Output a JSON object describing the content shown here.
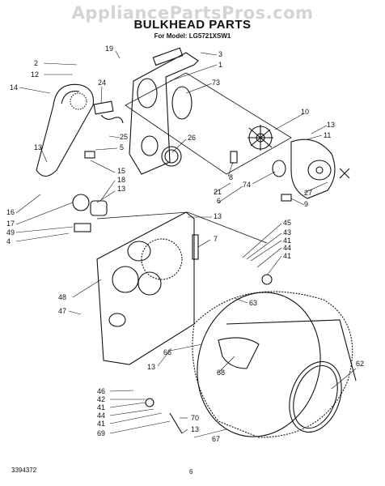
{
  "watermark": "AppliancePartsPros.com",
  "title": "BULKHEAD PARTS",
  "model_line": "For Model: LG5721XSW1",
  "footer_left": "3394372",
  "footer_page": "6",
  "callouts": [
    "2",
    "12",
    "14",
    "19",
    "3",
    "1",
    "24",
    "73",
    "10",
    "13",
    "11",
    "13",
    "25",
    "5",
    "26",
    "15",
    "18",
    "13",
    "16",
    "17",
    "49",
    "4",
    "8",
    "21",
    "6",
    "74",
    "27",
    "9",
    "13",
    "7",
    "45",
    "43",
    "41",
    "44",
    "41",
    "48",
    "47",
    "63",
    "13",
    "66",
    "68",
    "62",
    "46",
    "42",
    "41",
    "44",
    "41",
    "69",
    "70",
    "13",
    "67"
  ]
}
